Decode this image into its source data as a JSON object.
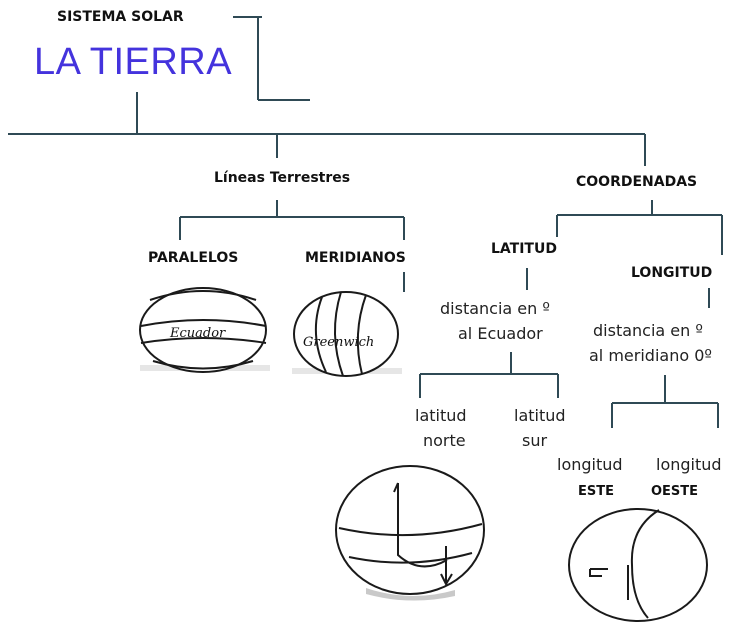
{
  "header": {
    "system_label": "SISTEMA  SOLAR",
    "title": "LA TIERRA"
  },
  "branches": {
    "lineas": {
      "label": "Líneas Terrestres",
      "paralelos": {
        "label": "PARALELOS",
        "globe_label": "Ecuador"
      },
      "meridianos": {
        "label": "MERIDIANOS",
        "globe_label": "Greenwich"
      }
    },
    "coordenadas": {
      "label": "COORDENADAS",
      "latitud": {
        "label": "LATITUD",
        "desc_line1": "distancia en º",
        "desc_line2": "al Ecuador",
        "norte_line1": "latitud",
        "norte_line2": "norte",
        "sur_line1": "latitud",
        "sur_line2": "sur"
      },
      "longitud": {
        "label": "LONGITUD",
        "desc_line1": "distancia en º",
        "desc_line2": "al meridiano 0º",
        "este_line1": "longitud",
        "este_line2": "ESTE",
        "oeste_line1": "longitud",
        "oeste_line2": "OESTE"
      }
    }
  },
  "colors": {
    "title": "#4433dd",
    "lines": "#2f4a55"
  }
}
